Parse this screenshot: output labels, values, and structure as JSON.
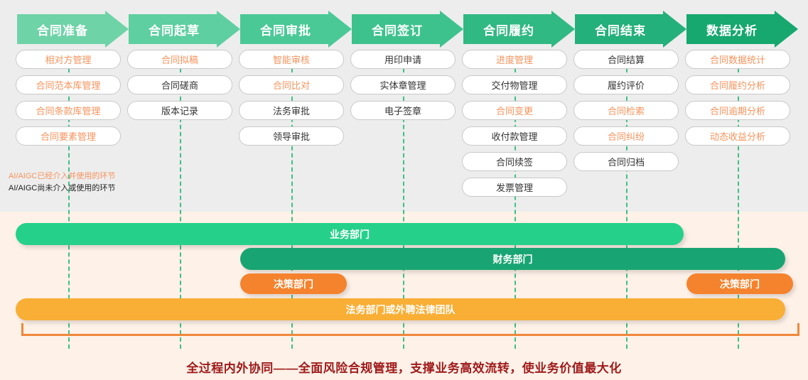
{
  "zones": {
    "top_bg": "#ededed",
    "bottom_bg": "#fdf1e8"
  },
  "process": {
    "columns": [
      {
        "title": "合同准备",
        "arrow_color": "#6fd3a8",
        "items": [
          {
            "label": "相对方管理",
            "ai": true
          },
          {
            "label": "合同范本库管理",
            "ai": true
          },
          {
            "label": "合同条款库管理",
            "ai": true
          },
          {
            "label": "合同要素管理",
            "ai": true
          }
        ]
      },
      {
        "title": "合同起草",
        "arrow_color": "#5ecfa0",
        "items": [
          {
            "label": "合同拟稿",
            "ai": true
          },
          {
            "label": "合同磋商",
            "ai": false
          },
          {
            "label": "版本记录",
            "ai": false
          }
        ]
      },
      {
        "title": "合同审批",
        "arrow_color": "#4ac997",
        "items": [
          {
            "label": "智能审核",
            "ai": true
          },
          {
            "label": "合同比对",
            "ai": true
          },
          {
            "label": "法务审批",
            "ai": false
          },
          {
            "label": "领导审批",
            "ai": false
          }
        ]
      },
      {
        "title": "合同签订",
        "arrow_color": "#3ec28d",
        "items": [
          {
            "label": "用印申请",
            "ai": false
          },
          {
            "label": "实体章管理",
            "ai": false
          },
          {
            "label": "电子签章",
            "ai": false
          }
        ]
      },
      {
        "title": "合同履约",
        "arrow_color": "#31b983",
        "items": [
          {
            "label": "进度管理",
            "ai": true
          },
          {
            "label": "交付物管理",
            "ai": false
          },
          {
            "label": "合同变更",
            "ai": true
          },
          {
            "label": "收付款管理",
            "ai": false
          },
          {
            "label": "合同续签",
            "ai": false
          },
          {
            "label": "发票管理",
            "ai": false
          }
        ]
      },
      {
        "title": "合同结束",
        "arrow_color": "#24b07a",
        "items": [
          {
            "label": "合同结算",
            "ai": false
          },
          {
            "label": "履约评价",
            "ai": false
          },
          {
            "label": "合同检索",
            "ai": true
          },
          {
            "label": "合同纠纷",
            "ai": true
          },
          {
            "label": "合同归档",
            "ai": false
          }
        ]
      },
      {
        "title": "数据分析",
        "arrow_color": "#17a86f",
        "items": [
          {
            "label": "合同数据统计",
            "ai": true
          },
          {
            "label": "合同履约分析",
            "ai": true
          },
          {
            "label": "合同逾期分析",
            "ai": true
          },
          {
            "label": "动态收益分析",
            "ai": true
          }
        ]
      }
    ]
  },
  "legend": {
    "ai_used": "AI/AIGC已经介入并使用的环节",
    "ai_not_used": "AI/AIGC尚未介入或使用的环节",
    "ai_color": "#f5935c",
    "no_ai_color": "#222222"
  },
  "departments": {
    "bars": [
      {
        "label": "业务部门",
        "color": "#25d08a",
        "text_align": "center"
      },
      {
        "label": "财务部门",
        "color": "#18a573",
        "text_align": "center"
      },
      {
        "label": "决策部门",
        "color": "#f5822c",
        "text_align": "center"
      },
      {
        "label": "决策部门",
        "color": "#f5822c",
        "text_align": "center"
      },
      {
        "label": "法务部门或外聘法律团队",
        "color": "#f9ae35",
        "text_align": "center"
      }
    ]
  },
  "bracket": {
    "color": "#f0873a"
  },
  "caption": {
    "text": "全过程内外协同——全面风险合规管理，支撑业务高效流转，使业务价值最大化",
    "color": "#9e1a1a"
  }
}
